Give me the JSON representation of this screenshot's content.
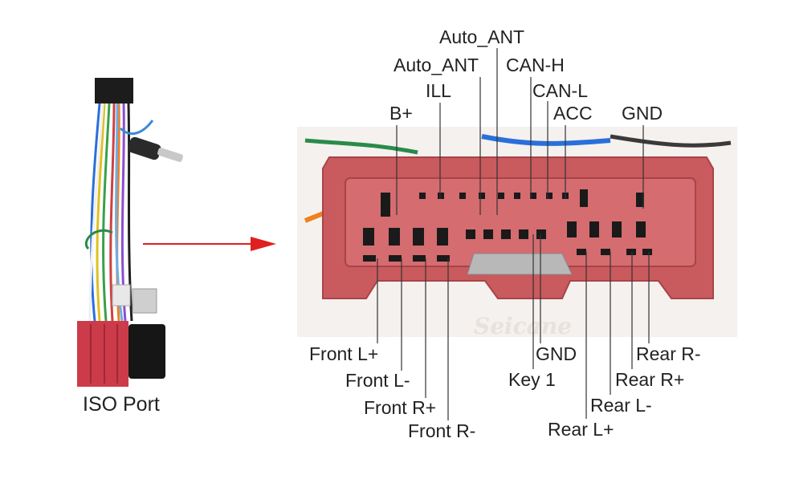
{
  "iso_caption": "ISO Port",
  "watermark": "Seicane",
  "top_labels": {
    "auto_ant_1": "Auto_ANT",
    "auto_ant_2": "Auto_ANT",
    "can_h": "CAN-H",
    "can_l": "CAN-L",
    "ill": "ILL",
    "b_plus": "B+",
    "acc": "ACC",
    "gnd_top": "GND"
  },
  "bottom_labels": {
    "front_l_plus": "Front L+",
    "front_l_minus": "Front L-",
    "front_r_plus": "Front R+",
    "front_r_minus": "Front R-",
    "gnd_bottom": "GND",
    "key1": "Key 1",
    "rear_r_minus": "Rear R-",
    "rear_r_plus": "Rear R+",
    "rear_l_minus": "Rear L-",
    "rear_l_plus": "Rear L+"
  },
  "colors": {
    "connector_body": "#c95a5e",
    "connector_dark": "#a84448",
    "pin": "#1a1a1a",
    "arrow": "#e02020",
    "leader": "#333333"
  }
}
